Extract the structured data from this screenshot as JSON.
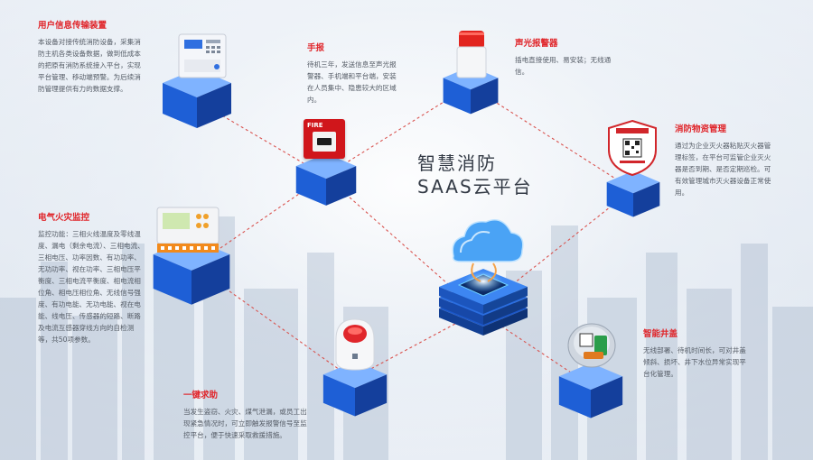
{
  "center": {
    "line1": "智慧消防",
    "line2": "SAAS云平台"
  },
  "nodes": [
    {
      "id": "user-transmission",
      "title": "用户信息传输装置",
      "desc": "本设备对接传统消防设备，采集消防主机各类设备数据，做到低成本的把原有消防系统接入平台，实现平台管理、移动端预警。为后续消防管理提供有力的数据支撑。"
    },
    {
      "id": "manual-alarm",
      "title": "手报",
      "desc": "待机三年，发送信息至声光报警器、手机端和平台端，安装在人员集中、隐患较大的区域内。"
    },
    {
      "id": "sound-light-alarm",
      "title": "声光报警器",
      "desc": "插电直接使用、易安装；无线通信。"
    },
    {
      "id": "extinguisher-mgmt",
      "title": "消防物资管理",
      "desc": "通过为企业灭火器粘贴灭火器管理标签，在平台可监管企业灭火器是否到期、是否定期巡检。可有效管理城市灭火器设备正常使用。"
    },
    {
      "id": "electrical-fire",
      "title": "电气火灾监控",
      "desc": "监控功能：三相火线温度及零线温度、漏电（剩余电流）、三相电流、三相电压、功率因数、有功功率、无功功率、视在功率、三相电压平衡度、三相电流平衡度、相电流相位角、相电压相位角、无线信号强度、有功电能、无功电能、视在电能、线电压、传感器的短路、断路及电流互感器穿线方向的自检测等，共50项参数。"
    },
    {
      "id": "one-key-help",
      "title": "一键求助",
      "desc": "当发生盗窃、火灾、煤气泄漏，或员工出现紧急情况时，可立即触发报警信号至监控平台，便于快速采取救援措施。"
    },
    {
      "id": "smart-manhole",
      "title": "智能井盖",
      "desc": "无线部署、待机时间长，可对井盖倾斜、损坏、井下水位异常实现平台化管理。"
    }
  ],
  "device_labels": {
    "fire_button": "FIRE"
  },
  "colors": {
    "accent_red": "#e0252a",
    "cube_blue": "#1e5fd6",
    "link_red": "#d9534f"
  }
}
